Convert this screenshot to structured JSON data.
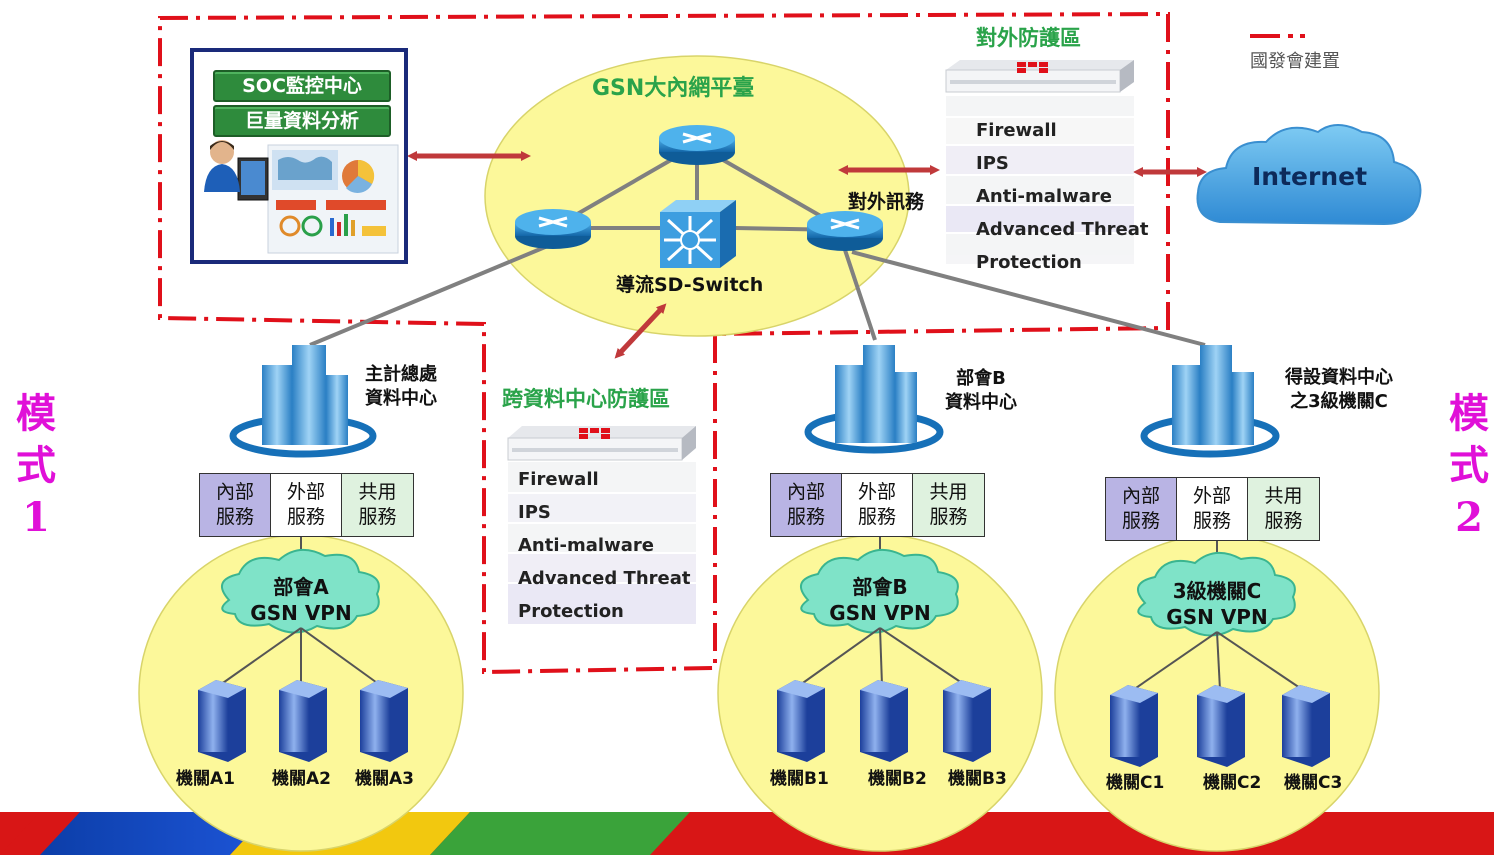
{
  "legend": {
    "label": "國發會建置",
    "line_color": "#e0101a"
  },
  "center": {
    "title": "GSN大內網平臺",
    "switch_label": "導流SD-Switch"
  },
  "soc": {
    "button1": "SOC監控中心",
    "button2": "巨量資料分析"
  },
  "external_zone": {
    "title": "對外防護區",
    "link_label": "對外訊務",
    "features": [
      "Firewall",
      "IPS",
      "Anti-malware",
      "Advanced Threat",
      "Protection"
    ]
  },
  "internet": {
    "label": "Internet"
  },
  "cross_zone": {
    "title": "跨資料中心防護區",
    "features": [
      "Firewall",
      "IPS",
      "Anti-malware",
      "Advanced Threat",
      "Protection"
    ]
  },
  "modes": {
    "left": [
      "模",
      "式",
      "1"
    ],
    "right": [
      "模",
      "式",
      "2"
    ]
  },
  "services": {
    "internal": "內部\n服務",
    "external": "外部\n服務",
    "shared": "共用\n服務"
  },
  "sites": [
    {
      "dc_label": "主計總處\n資料中心",
      "vpn_label": "部會A\nGSN VPN",
      "agencies": [
        "機關A1",
        "機關A2",
        "機關A3"
      ]
    },
    {
      "dc_label": "部會B\n資料中心",
      "vpn_label": "部會B\nGSN VPN",
      "agencies": [
        "機關B1",
        "機關B2",
        "機關B3"
      ]
    },
    {
      "dc_label": "得設資料中心\n之3級機關C",
      "vpn_label": "3級機關C\nGSN VPN",
      "agencies": [
        "機關C1",
        "機關C2",
        "機關C3"
      ]
    }
  ]
}
